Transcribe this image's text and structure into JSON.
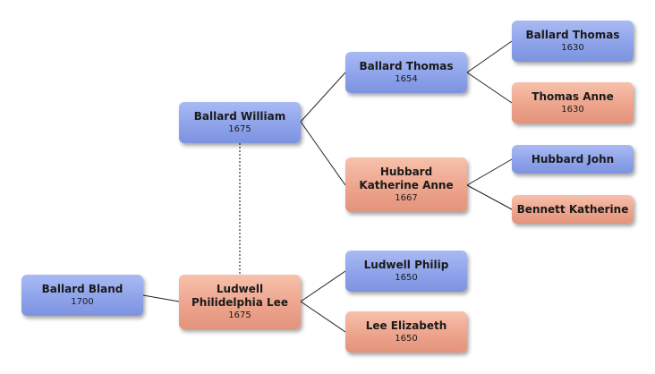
{
  "people": {
    "ballard_bland": {
      "name": "Ballard Bland",
      "year": "1700"
    },
    "ballard_william": {
      "name": "Ballard William",
      "year": "1675"
    },
    "ludwell_philidelphia": {
      "name": "Ludwell Philidelphia Lee",
      "year": "1675"
    },
    "ballard_thomas_1654": {
      "name": "Ballard Thomas",
      "year": "1654"
    },
    "hubbard_katherine": {
      "name": "Hubbard Katherine Anne",
      "year": "1667"
    },
    "ludwell_philip": {
      "name": "Ludwell Philip",
      "year": "1650"
    },
    "lee_elizabeth": {
      "name": "Lee Elizabeth",
      "year": "1650"
    },
    "ballard_thomas_1630": {
      "name": "Ballard Thomas",
      "year": "1630"
    },
    "thomas_anne": {
      "name": "Thomas Anne",
      "year": "1630"
    },
    "hubbard_john": {
      "name": "Hubbard John",
      "year": ""
    },
    "bennett_katherine": {
      "name": "Bennett Katherine",
      "year": ""
    }
  },
  "colors": {
    "male": "#8ea3ea",
    "female": "#eda48d",
    "connector": "#222222"
  }
}
